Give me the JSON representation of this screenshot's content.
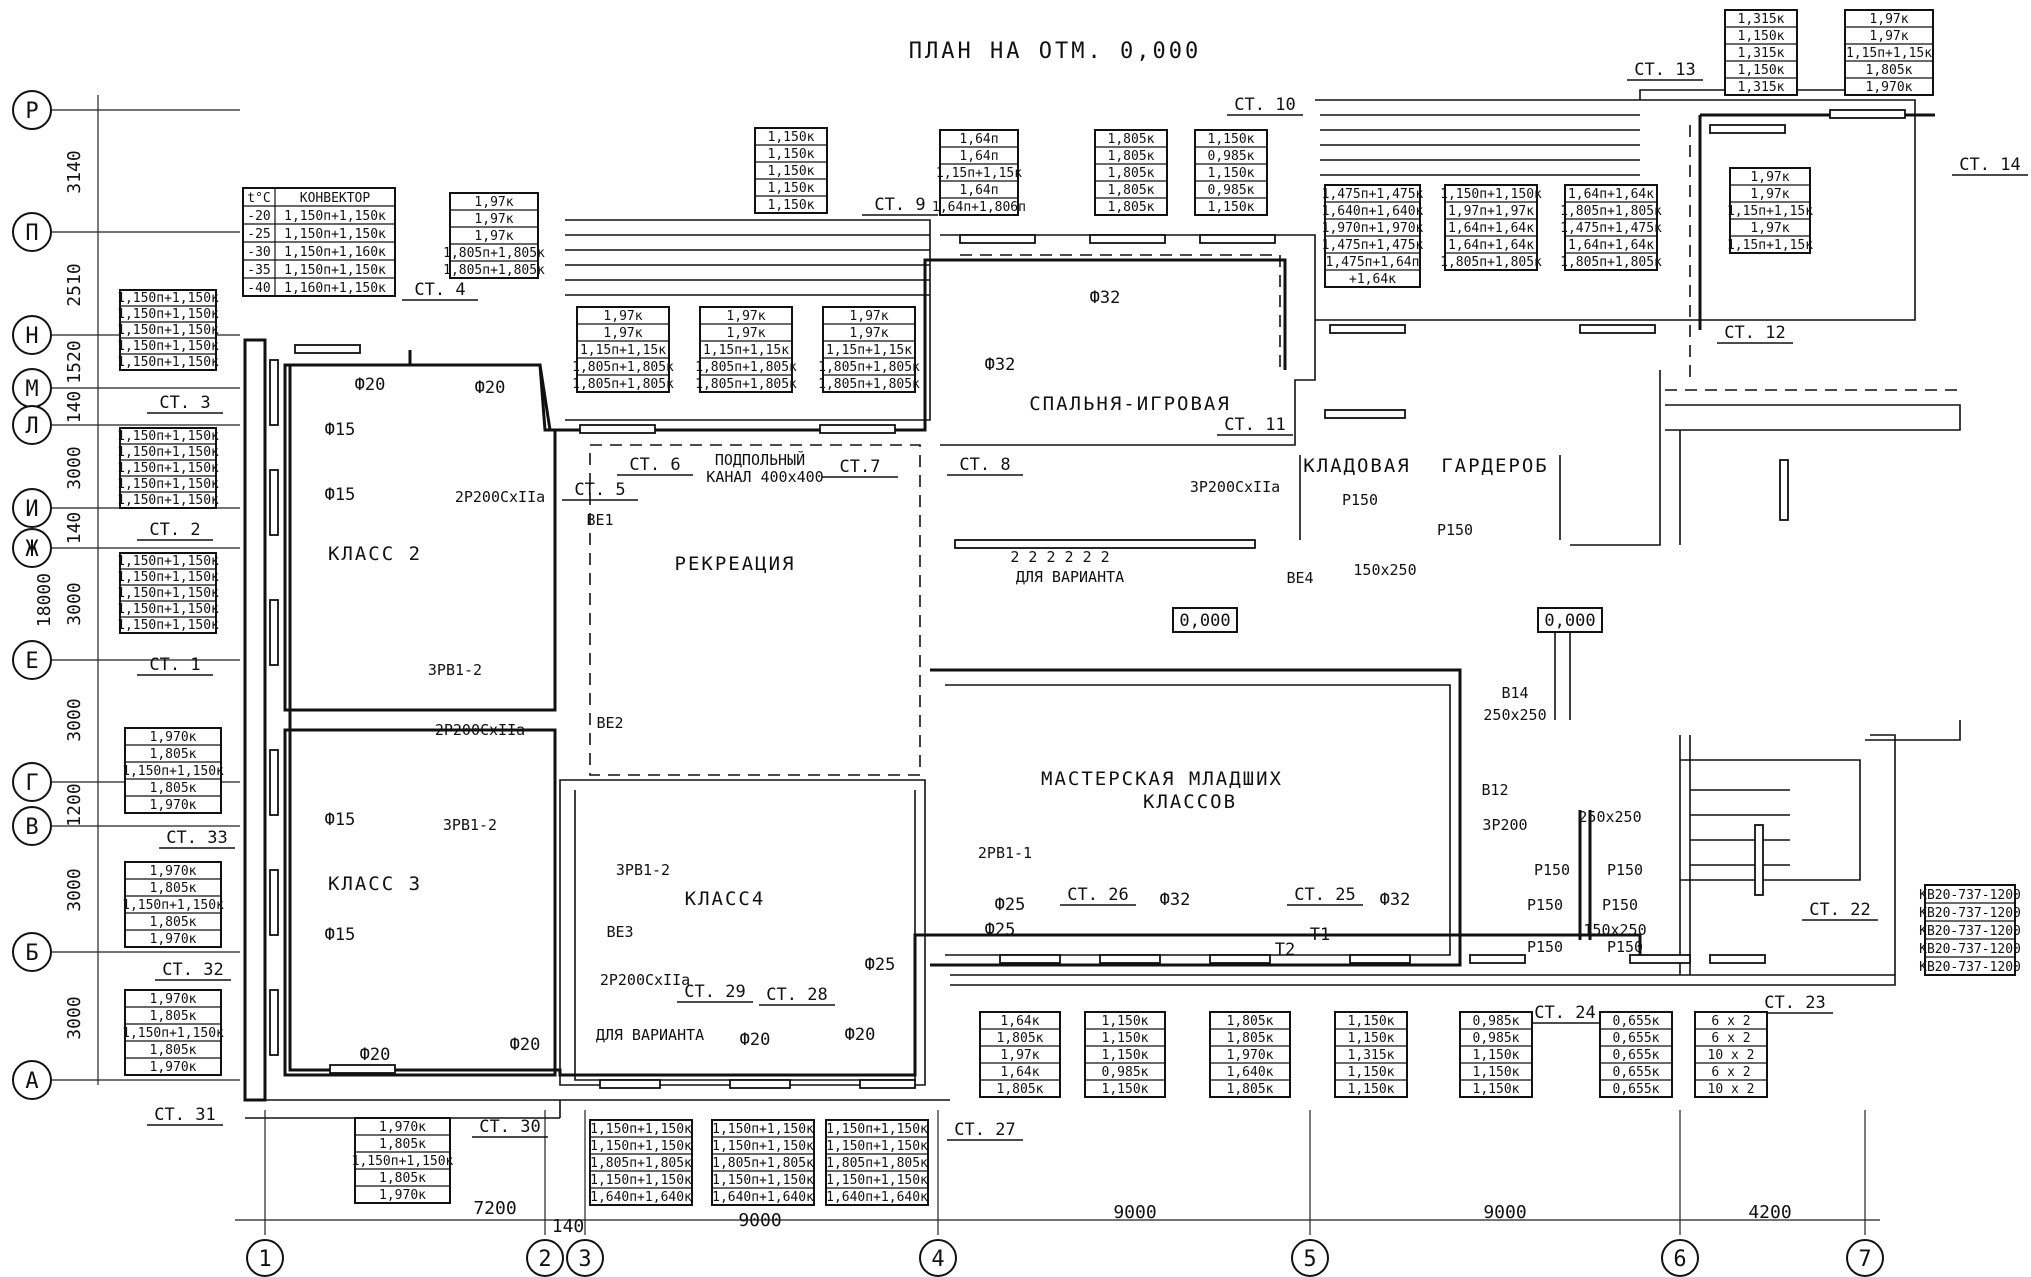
{
  "title": "ПЛАН НА ОТМ. 0,000",
  "rows": [
    {
      "id": "row-r",
      "label": "Р"
    },
    {
      "id": "row-p",
      "label": "П"
    },
    {
      "id": "row-n",
      "label": "Н"
    },
    {
      "id": "row-m",
      "label": "М"
    },
    {
      "id": "row-l",
      "label": "Л"
    },
    {
      "id": "row-i",
      "label": "И"
    },
    {
      "id": "row-zh",
      "label": "Ж"
    },
    {
      "id": "row-e",
      "label": "Е"
    },
    {
      "id": "row-g",
      "label": "Г"
    },
    {
      "id": "row-v",
      "label": "В"
    },
    {
      "id": "row-b",
      "label": "Б"
    },
    {
      "id": "row-a",
      "label": "А"
    }
  ],
  "row_dims": [
    {
      "id": "rd1",
      "text": "3140"
    },
    {
      "id": "rd2",
      "text": "2510"
    },
    {
      "id": "rd3",
      "text": "1520"
    },
    {
      "id": "rd4",
      "text": "140"
    },
    {
      "id": "rd5",
      "text": "3000"
    },
    {
      "id": "rd6",
      "text": "140"
    },
    {
      "id": "rd7",
      "text": "3000"
    },
    {
      "id": "rd8",
      "text": "3000"
    },
    {
      "id": "rd9",
      "text": "1200"
    },
    {
      "id": "rd10",
      "text": "3000"
    },
    {
      "id": "rd11",
      "text": "3000"
    },
    {
      "id": "rd12",
      "text": "18000"
    }
  ],
  "cols": [
    {
      "id": "col-1",
      "label": "1"
    },
    {
      "id": "col-2",
      "label": "2"
    },
    {
      "id": "col-3",
      "label": "3"
    },
    {
      "id": "col-4",
      "label": "4"
    },
    {
      "id": "col-5",
      "label": "5"
    },
    {
      "id": "col-6",
      "label": "6"
    },
    {
      "id": "col-7",
      "label": "7"
    }
  ],
  "col_dims": [
    {
      "id": "cd1",
      "text": "7200"
    },
    {
      "id": "cd2",
      "text": "140"
    },
    {
      "id": "cd3",
      "text": "9000"
    },
    {
      "id": "cd4",
      "text": "9000"
    },
    {
      "id": "cd5",
      "text": "9000"
    },
    {
      "id": "cd6",
      "text": "4200"
    }
  ],
  "rooms": [
    {
      "id": "klass2",
      "text": "КЛАСС 2"
    },
    {
      "id": "klass3",
      "text": "КЛАСС 3"
    },
    {
      "id": "klass4",
      "text": "КЛАСС4"
    },
    {
      "id": "rekreacia",
      "text": "РЕКРЕАЦИЯ"
    },
    {
      "id": "spalnia",
      "text": "СПАЛЬНЯ-ИГРОВАЯ"
    },
    {
      "id": "kladovaia",
      "text": "КЛАДОВАЯ"
    },
    {
      "id": "garderob",
      "text": "ГАРДЕРОБ"
    },
    {
      "id": "masterskaia1",
      "text": "МАСТЕРСКАЯ МЛАДШИХ"
    },
    {
      "id": "masterskaia2",
      "text": "КЛАССОВ"
    }
  ],
  "levels": [
    {
      "id": "lvl1",
      "text": "0,000"
    },
    {
      "id": "lvl2",
      "text": "0,000"
    }
  ],
  "risers": [
    {
      "id": "r1",
      "text": "СТ. 1"
    },
    {
      "id": "r2",
      "text": "СТ. 2"
    },
    {
      "id": "r3",
      "text": "СТ. 3"
    },
    {
      "id": "r4",
      "text": "СТ. 4"
    },
    {
      "id": "r5",
      "text": "СТ. 5"
    },
    {
      "id": "r6",
      "text": "СТ. 6"
    },
    {
      "id": "r7",
      "text": "СТ.7"
    },
    {
      "id": "r8",
      "text": "СТ. 8"
    },
    {
      "id": "r9",
      "text": "СТ. 9"
    },
    {
      "id": "r10",
      "text": "СТ. 10"
    },
    {
      "id": "r11",
      "text": "СТ. 11"
    },
    {
      "id": "r12",
      "text": "СТ. 12"
    },
    {
      "id": "r13",
      "text": "СТ. 13"
    },
    {
      "id": "r14",
      "text": "СТ. 14"
    },
    {
      "id": "r22",
      "text": "СТ. 22"
    },
    {
      "id": "r23",
      "text": "СТ. 23"
    },
    {
      "id": "r24",
      "text": "СТ. 24"
    },
    {
      "id": "r25",
      "text": "СТ. 25"
    },
    {
      "id": "r26",
      "text": "СТ. 26"
    },
    {
      "id": "r27",
      "text": "СТ. 27"
    },
    {
      "id": "r28",
      "text": "СТ. 28"
    },
    {
      "id": "r29",
      "text": "СТ. 29"
    },
    {
      "id": "r30",
      "text": "СТ. 30"
    },
    {
      "id": "r31",
      "text": "СТ. 31"
    },
    {
      "id": "r32",
      "text": "СТ. 32"
    },
    {
      "id": "r33",
      "text": "СТ. 33"
    }
  ],
  "pipes": [
    {
      "id": "p1",
      "text": "Ф20"
    },
    {
      "id": "p2",
      "text": "Ф20"
    },
    {
      "id": "p3",
      "text": "Ф15"
    },
    {
      "id": "p4",
      "text": "Ф15"
    },
    {
      "id": "p5",
      "text": "Ф15"
    },
    {
      "id": "p6",
      "text": "Ф15"
    },
    {
      "id": "p7",
      "text": "Ф20"
    },
    {
      "id": "p8",
      "text": "Ф20"
    },
    {
      "id": "p9",
      "text": "Ф20"
    },
    {
      "id": "p10",
      "text": "Ф20"
    },
    {
      "id": "p11",
      "text": "Ф25"
    },
    {
      "id": "p12",
      "text": "Ф25"
    },
    {
      "id": "p13",
      "text": "Ф32"
    },
    {
      "id": "p14",
      "text": "Ф32"
    },
    {
      "id": "p15",
      "text": "Ф32"
    },
    {
      "id": "p16",
      "text": "Ф25"
    },
    {
      "id": "p17",
      "text": "Ф32"
    },
    {
      "id": "p18",
      "text": "Т2"
    },
    {
      "id": "p19",
      "text": "Т1"
    }
  ],
  "equipment": [
    {
      "id": "e1",
      "text": "2Р200СхIIа"
    },
    {
      "id": "e2",
      "text": "ВЕ1"
    },
    {
      "id": "e3",
      "text": "3РВ1-2"
    },
    {
      "id": "e4",
      "text": "2Р200СхIIа"
    },
    {
      "id": "e5",
      "text": "ВЕ2"
    },
    {
      "id": "e6",
      "text": "3РВ1-2"
    },
    {
      "id": "e7",
      "text": "3РВ1-2"
    },
    {
      "id": "e8",
      "text": "ВЕ3"
    },
    {
      "id": "e9",
      "text": "2Р200СхIIа"
    },
    {
      "id": "e10",
      "text": "ДЛЯ ВАРИАНТА"
    },
    {
      "id": "e11",
      "text": "2РВ1-1"
    },
    {
      "id": "e12",
      "text": "3Р200СхIIа"
    },
    {
      "id": "e13",
      "text": "ВЕ4"
    },
    {
      "id": "e14",
      "text": "Р150"
    },
    {
      "id": "e15",
      "text": "Р150"
    },
    {
      "id": "e16",
      "text": "150х250"
    },
    {
      "id": "e17",
      "text": "2 2 2 2 2 2"
    },
    {
      "id": "e18",
      "text": "ДЛЯ ВАРИАНТА"
    },
    {
      "id": "e19",
      "text": "В14"
    },
    {
      "id": "e20",
      "text": "250х250"
    },
    {
      "id": "e21",
      "text": "В12"
    },
    {
      "id": "e22",
      "text": "3Р200"
    },
    {
      "id": "e23",
      "text": "250х250"
    },
    {
      "id": "e24",
      "text": "Р150"
    },
    {
      "id": "e25",
      "text": "Р150"
    },
    {
      "id": "e26",
      "text": "Р150"
    },
    {
      "id": "e27",
      "text": "Р150"
    },
    {
      "id": "e28",
      "text": "Р150"
    },
    {
      "id": "e29",
      "text": "Р150"
    },
    {
      "id": "e30",
      "text": "150х250"
    },
    {
      "id": "e31",
      "text": "ПОДПОЛЬНЫЙ"
    },
    {
      "id": "e32",
      "text": "КАНАЛ 400х400"
    }
  ],
  "tables": [
    {
      "id": "legend",
      "rows": [
        [
          "t°С",
          "КОНВЕКТОР"
        ],
        [
          "-20",
          "1,150п+1,150к"
        ],
        [
          "-25",
          "1,150п+1,150к"
        ],
        [
          "-30",
          "1,150п+1,160к"
        ],
        [
          "-35",
          "1,150п+1,150к"
        ],
        [
          "-40",
          "1,160п+1,150к"
        ]
      ]
    },
    {
      "id": "T1",
      "rows": [
        "1,150п+1,150к",
        "1,150п+1,150к",
        "1,150п+1,150к",
        "1,150п+1,150к",
        "1,150п+1,150к"
      ]
    },
    {
      "id": "T2",
      "rows": [
        "1,150п+1,150к",
        "1,150п+1,150к",
        "1,150п+1,150к",
        "1,150п+1,150к",
        "1,150п+1,150к"
      ]
    },
    {
      "id": "T3",
      "rows": [
        "1,150п+1,150к",
        "1,150п+1,150к",
        "1,150п+1,150к",
        "1,150п+1,150к",
        "1,150п+1,150к"
      ]
    },
    {
      "id": "T4",
      "rows": [
        "1,970к",
        "1,805к",
        "1,150п+1,150к",
        "1,805к",
        "1,970к"
      ]
    },
    {
      "id": "T5",
      "rows": [
        "1,970к",
        "1,805к",
        "1,150п+1,150к",
        "1,805к",
        "1,970к"
      ]
    },
    {
      "id": "T6",
      "rows": [
        "1,970к",
        "1,805к",
        "1,150п+1,150к",
        "1,805к",
        "1,970к"
      ]
    },
    {
      "id": "T7",
      "rows": [
        "1,97к",
        "1,97к",
        "1,97к",
        "1,805п+1,805к",
        "1,805п+1,805к"
      ]
    },
    {
      "id": "T8",
      "rows": [
        "1,150к",
        "1,150к",
        "1,150к",
        "1,150к",
        "1,150к"
      ]
    },
    {
      "id": "T9",
      "rows": [
        "1,64п",
        "1,64п",
        "1,15п+1,15к",
        "1,64п",
        "1,64п+1,806п"
      ]
    },
    {
      "id": "T10",
      "rows": [
        "1,805к",
        "1,805к",
        "1,805к",
        "1,805к",
        "1,805к"
      ]
    },
    {
      "id": "T11",
      "rows": [
        "1,150к",
        "0,985к",
        "1,150к",
        "0,985к",
        "1,150к"
      ]
    },
    {
      "id": "T12",
      "rows": [
        "1,97к",
        "1,97к",
        "1,15п+1,15к",
        "1,805п+1,805к",
        "1,805п+1,805к"
      ]
    },
    {
      "id": "T13",
      "rows": [
        "1,97к",
        "1,97к",
        "1,15п+1,15к",
        "1,805п+1,805к",
        "1,805п+1,805к"
      ]
    },
    {
      "id": "T14",
      "rows": [
        "1,97к",
        "1,97к",
        "1,15п+1,15к",
        "1,805п+1,805к",
        "1,805п+1,805к"
      ]
    },
    {
      "id": "T15",
      "rows": [
        "1,475п+1,475к",
        "1,640п+1,640к",
        "1,970п+1,970к",
        "1,475п+1,475к",
        "1,475п+1,64п",
        "+1,64к"
      ]
    },
    {
      "id": "T16",
      "rows": [
        "1,150п+1,150к",
        "1,97п+1,97к",
        "1,64п+1,64к",
        "1,64п+1,64к",
        "1,805п+1,805к"
      ]
    },
    {
      "id": "T17",
      "rows": [
        "1,64п+1,64к",
        "1,805п+1,805к",
        "1,475п+1,475к",
        "1,64п+1,64к",
        "1,805п+1,805к"
      ]
    },
    {
      "id": "T18",
      "rows": [
        "1,315к",
        "1,150к",
        "1,315к",
        "1,150к",
        "1,315к"
      ]
    },
    {
      "id": "T19",
      "rows": [
        "1,97к",
        "1,97к",
        "1,15п+1,15к",
        "1,805к",
        "1,970к"
      ]
    },
    {
      "id": "T20",
      "rows": [
        "1,97к",
        "1,97к",
        "1,15п+1,15к",
        "1,97к",
        "1,15п+1,15к"
      ]
    },
    {
      "id": "T21",
      "rows": [
        "1,970к",
        "1,805к",
        "1,150п+1,150к",
        "1,805к",
        "1,970к"
      ]
    },
    {
      "id": "T22",
      "rows": [
        "1,150п+1,150к",
        "1,150п+1,150к",
        "1,805п+1,805к",
        "1,150п+1,150к",
        "1,640п+1,640к"
      ]
    },
    {
      "id": "T23",
      "rows": [
        "1,150п+1,150к",
        "1,150п+1,150к",
        "1,805п+1,805к",
        "1,150п+1,150к",
        "1,640п+1,640к"
      ]
    },
    {
      "id": "T24",
      "rows": [
        "1,150п+1,150к",
        "1,150п+1,150к",
        "1,805п+1,805к",
        "1,150п+1,150к",
        "1,640п+1,640к"
      ]
    },
    {
      "id": "T25",
      "rows": [
        "1,64к",
        "1,805к",
        "1,97к",
        "1,64к",
        "1,805к"
      ]
    },
    {
      "id": "T26",
      "rows": [
        "1,150к",
        "1,150к",
        "1,150к",
        "0,985к",
        "1,150к"
      ]
    },
    {
      "id": "T27",
      "rows": [
        "1,805к",
        "1,805к",
        "1,970к",
        "1,640к",
        "1,805к"
      ]
    },
    {
      "id": "T28",
      "rows": [
        "1,150к",
        "1,150к",
        "1,315к",
        "1,150к",
        "1,150к"
      ]
    },
    {
      "id": "T29",
      "rows": [
        "0,985к",
        "0,985к",
        "1,150к",
        "1,150к",
        "1,150к"
      ]
    },
    {
      "id": "T30",
      "rows": [
        "0,655к",
        "0,655к",
        "0,655к",
        "0,655к",
        "0,655к"
      ]
    },
    {
      "id": "T31",
      "rows": [
        "6 х 2",
        "6 х 2",
        "10 х 2",
        "6 х 2",
        "10 х 2"
      ]
    },
    {
      "id": "T32",
      "rows": [
        "КВ20-737-1200",
        "КВ20-737-1200",
        "КВ20-737-1200",
        "КВ20-737-1200",
        "КВ20-737-1200"
      ]
    }
  ]
}
